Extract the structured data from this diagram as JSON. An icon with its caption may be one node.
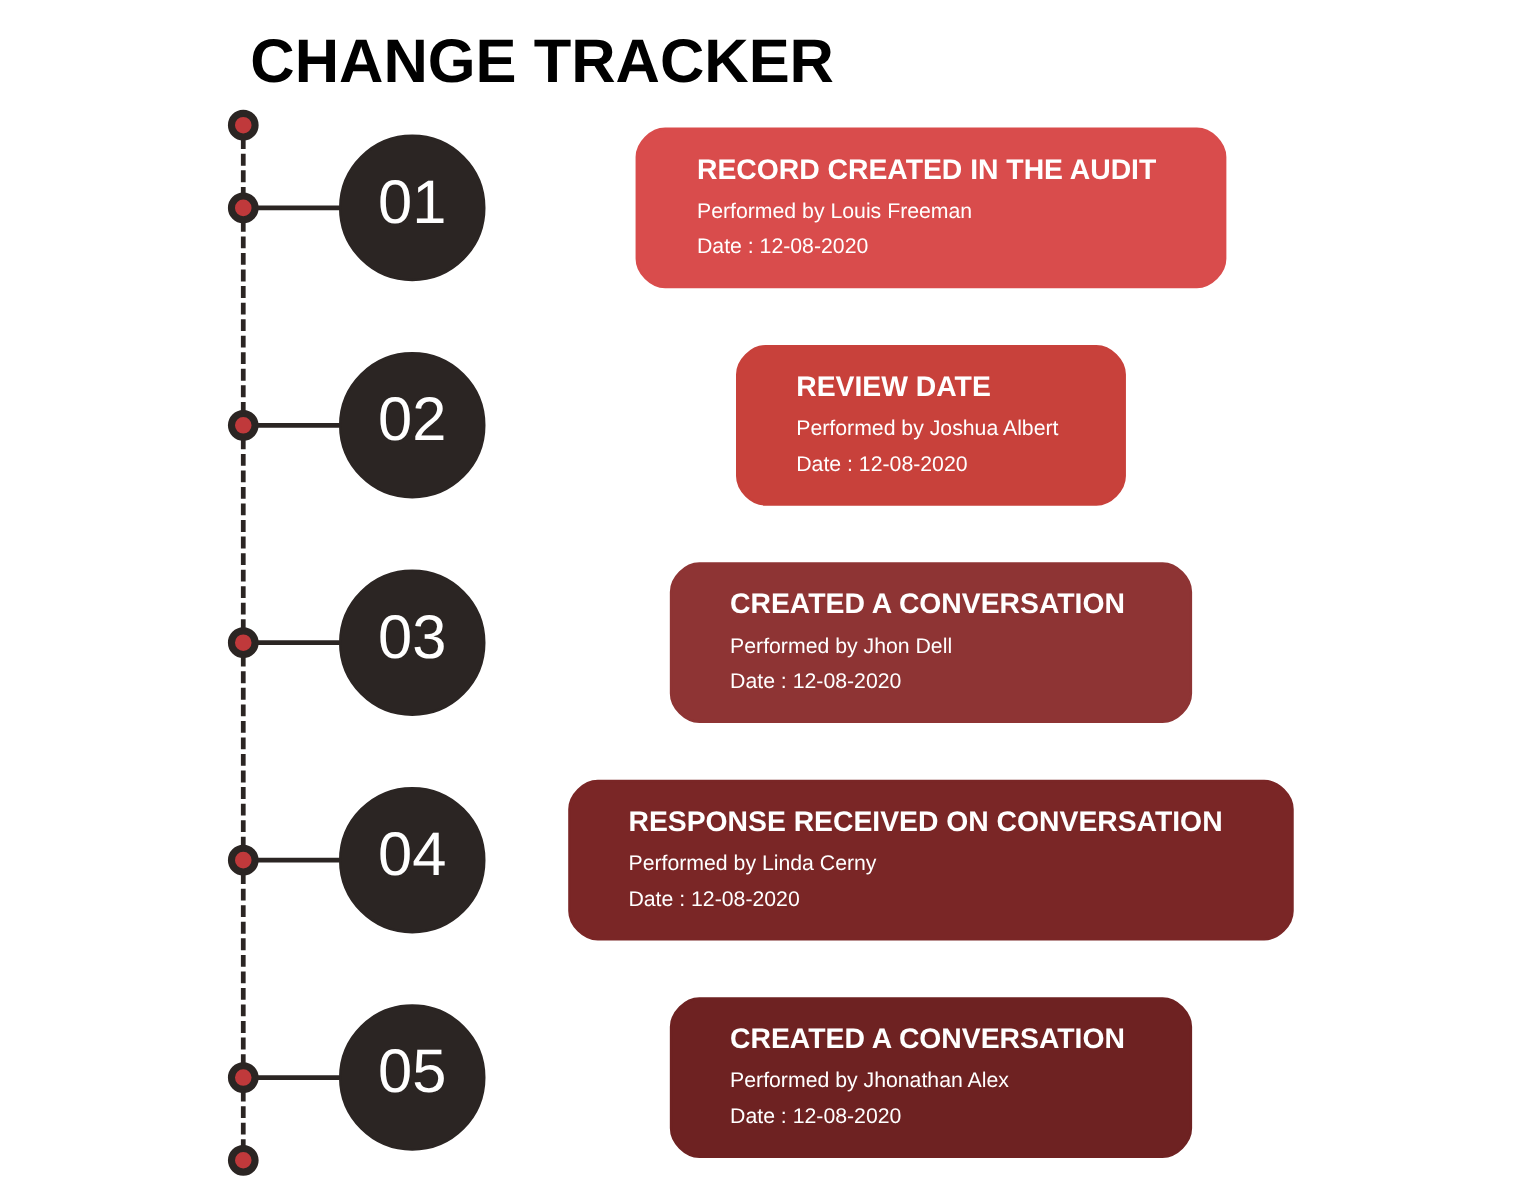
{
  "diagram": {
    "title": "CHANGE TRACKER",
    "nodes": [
      {
        "text": [],
        "shape": "circle"
      },
      {
        "text": [],
        "shape": "circle"
      },
      {
        "text": [
          "01"
        ]
      },
      {
        "text": [
          "RECORD CREATED IN THE AUDIT",
          "Performed by Louis Freeman",
          "Date : 12-08-2020"
        ]
      },
      {
        "text": [],
        "shape": "circle"
      },
      {
        "text": [
          "02"
        ]
      },
      {
        "text": [
          "REVIEW DATE",
          "Performed by Joshua Albert",
          "Date : 12-08-2020"
        ]
      },
      {
        "text": [],
        "shape": "circle"
      },
      {
        "text": [
          "03"
        ]
      },
      {
        "text": [
          "CREATED A CONVERSATION",
          "Performed by Jhon Dell",
          "Date : 12-08-2020"
        ]
      },
      {
        "text": [],
        "shape": "circle"
      },
      {
        "text": [
          "04"
        ]
      },
      {
        "text": [
          "RESPONSE RECEIVED ON CONVERSATION",
          "Performed by Linda Cerny",
          "Date : 12-08-2020"
        ]
      },
      {
        "text": [],
        "shape": "circle"
      },
      {
        "text": [
          "05"
        ]
      },
      {
        "text": [
          "CREATED A CONVERSATION",
          "Performed by Jhonathan Alex",
          "Date : 12-08-2020"
        ]
      },
      {
        "text": [],
        "shape": "circle"
      }
    ],
    "edges": [
      {
        "from": 0,
        "to": 1,
        "arrow": "none",
        "style": "dashed"
      },
      {
        "from": 1,
        "to": 4,
        "arrow": "none",
        "style": "dashed"
      },
      {
        "from": 4,
        "to": 7,
        "arrow": "none",
        "style": "dashed"
      },
      {
        "from": 7,
        "to": 10,
        "arrow": "none",
        "style": "dashed"
      },
      {
        "from": 10,
        "to": 13,
        "arrow": "none",
        "style": "dashed"
      },
      {
        "from": 13,
        "to": 16,
        "arrow": "none",
        "style": "dashed"
      },
      {
        "from": 1,
        "to": 2,
        "arrow": "none"
      },
      {
        "from": 4,
        "to": 5,
        "arrow": "none"
      },
      {
        "from": 7,
        "to": 8,
        "arrow": "none"
      },
      {
        "from": 10,
        "to": 11,
        "arrow": "none"
      },
      {
        "from": 13,
        "to": 14,
        "arrow": "none"
      }
    ]
  }
}
